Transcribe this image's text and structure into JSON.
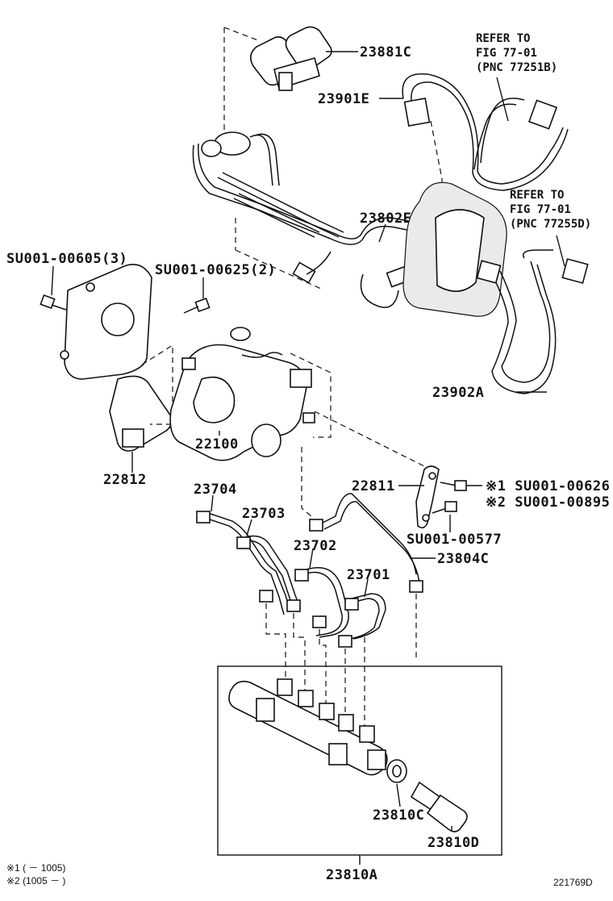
{
  "labels": {
    "p23881c": "23881C",
    "p23901e": "23901E",
    "ref1_line1": "REFER TO",
    "ref1_line2": "FIG 77-01",
    "ref1_line3": "(PNC 77251B)",
    "ref2_line1": "REFER TO",
    "ref2_line2": "FIG 77-01",
    "ref2_line3": "(PNC 77255D)",
    "p23802e": "23802E",
    "su605": "SU001-00605(3)",
    "su625": "SU001-00625(2)",
    "p23902a": "23902A",
    "p22812": "22812",
    "p22100": "22100",
    "p23704": "23704",
    "p22811": "22811",
    "su626": "※1 SU001-00626",
    "su895": "※2 SU001-00895",
    "p23703": "23703",
    "su577": "SU001-00577",
    "p23702": "23702",
    "p23804c": "23804C",
    "p23701": "23701",
    "p23810c": "23810C",
    "p23810d": "23810D",
    "p23810a": "23810A",
    "note1": "※1 (     － 1005)",
    "note2": "※2 (1005 －       )",
    "figure_id": "221769D"
  }
}
